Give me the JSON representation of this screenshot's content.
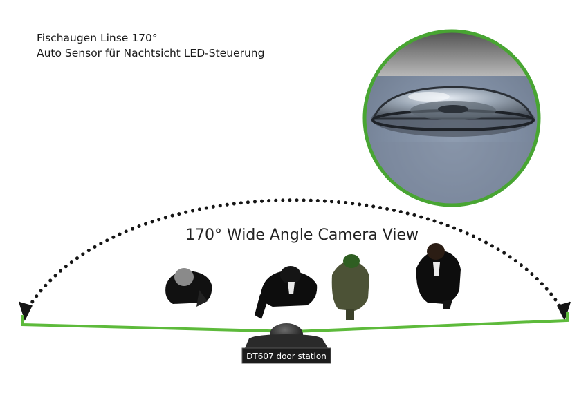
{
  "caption": {
    "line1": "Fischaugen Linse 170°",
    "line2": "Auto Sensor für Nachtsicht LED-Steuerung"
  },
  "view_label": "170° Wide Angle Camera View",
  "device_label": "DT607 door station",
  "colors": {
    "field_line": "#5dba3b",
    "lens_ring": "#48a532",
    "arc_dots": "#151515",
    "device_body": "#2a2a2a"
  }
}
